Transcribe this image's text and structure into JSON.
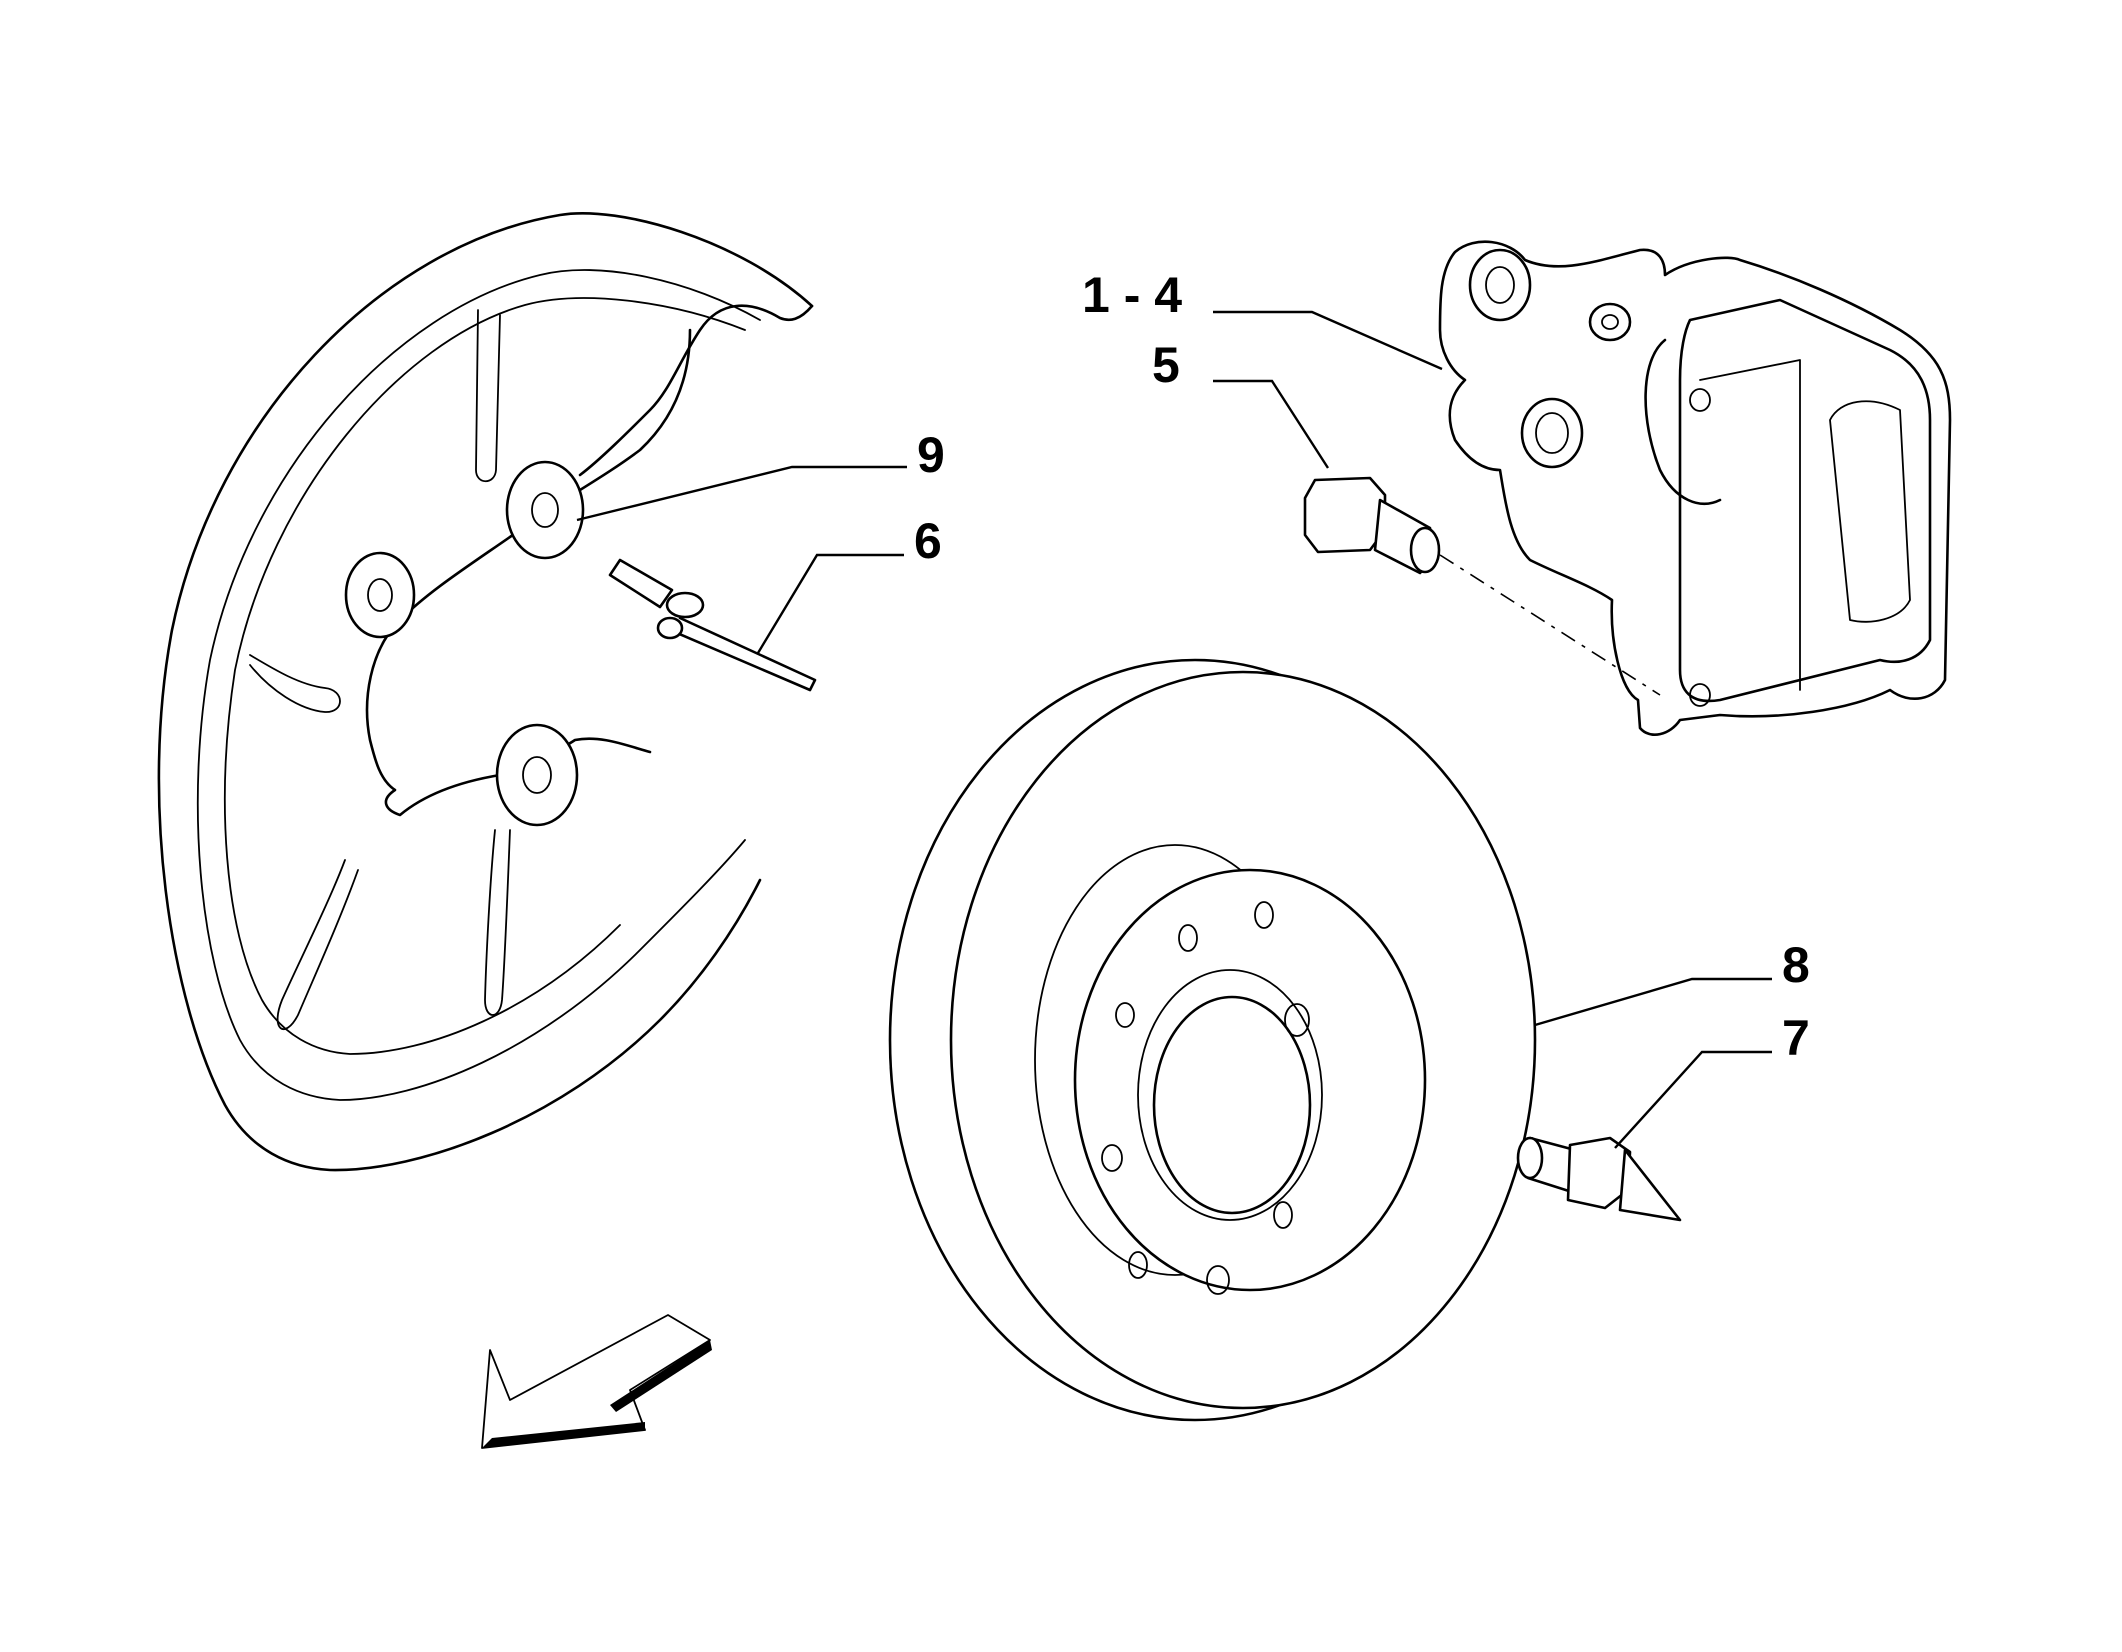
{
  "callouts": {
    "c14": "1 - 4",
    "c5": "5",
    "c9": "9",
    "c6": "6",
    "c8": "8",
    "c7": "7"
  },
  "colors": {
    "line": "#000000",
    "background": "#ffffff"
  },
  "icons": {
    "direction": "direction-arrow-icon"
  }
}
